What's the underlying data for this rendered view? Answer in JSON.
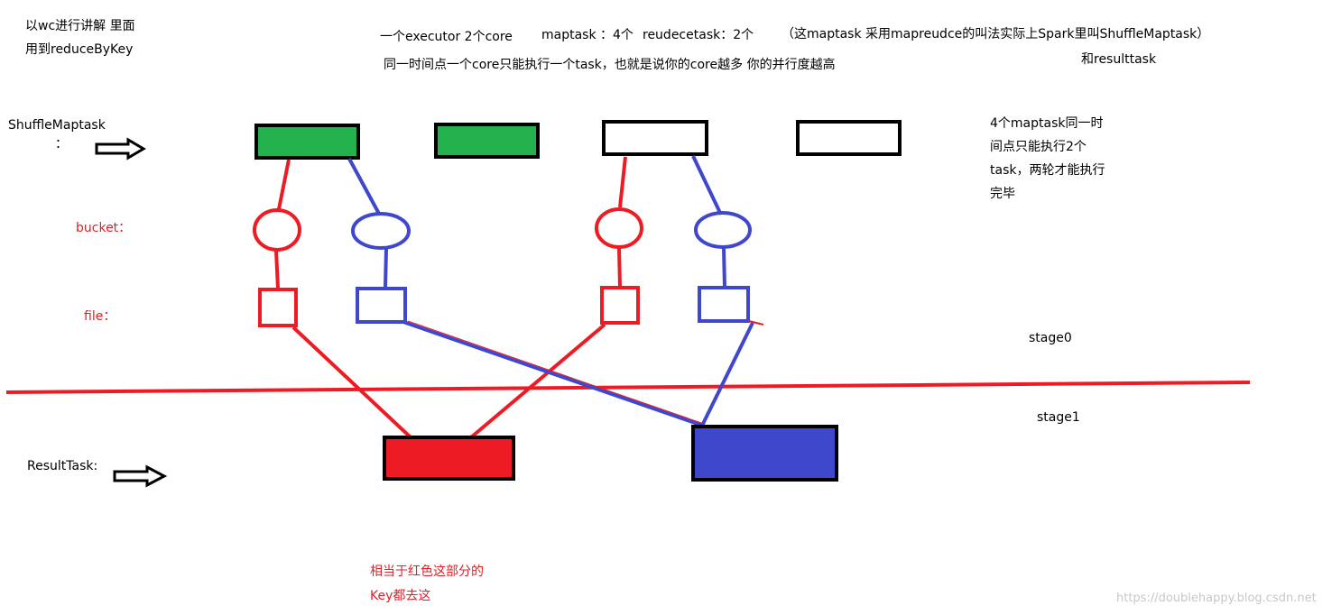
{
  "colors": {
    "red": "#ed1c24",
    "blue": "#3f48cc",
    "green": "#22b14c",
    "black": "#000000"
  },
  "notes": {
    "top_left_1": "以wc进行讲解 里面",
    "top_left_2": "用到reduceByKey",
    "header_executor": "一个executor 2个core",
    "header_maptask": "maptask ：4个",
    "header_reducetask": "reudecetask：2个",
    "header_note": "（这maptask 采用mapreudce的叫法实际上Spark里叫ShuffleMaptask）",
    "header_line2": "同一时间点一个core只能执行一个task，也就是说你的core越多 你的并行度越高",
    "header_resulttask": "和resulttask",
    "right_note_1": "4个maptask同一时",
    "right_note_2": "间点只能执行2个",
    "right_note_3": "task，两轮才能执行",
    "right_note_4": "完毕",
    "bottom_note_1": "相当于红色这部分的",
    "bottom_note_2": "Key都去这"
  },
  "labels": {
    "shuffle_maptask": "ShuffleMaptask",
    "shuffle_colon": "：",
    "bucket": "bucket：",
    "file": "file：",
    "stage0": "stage0",
    "stage1": "stage1",
    "result_task": "ResultTask:"
  },
  "watermark": "https://doublehappy.blog.csdn.net"
}
